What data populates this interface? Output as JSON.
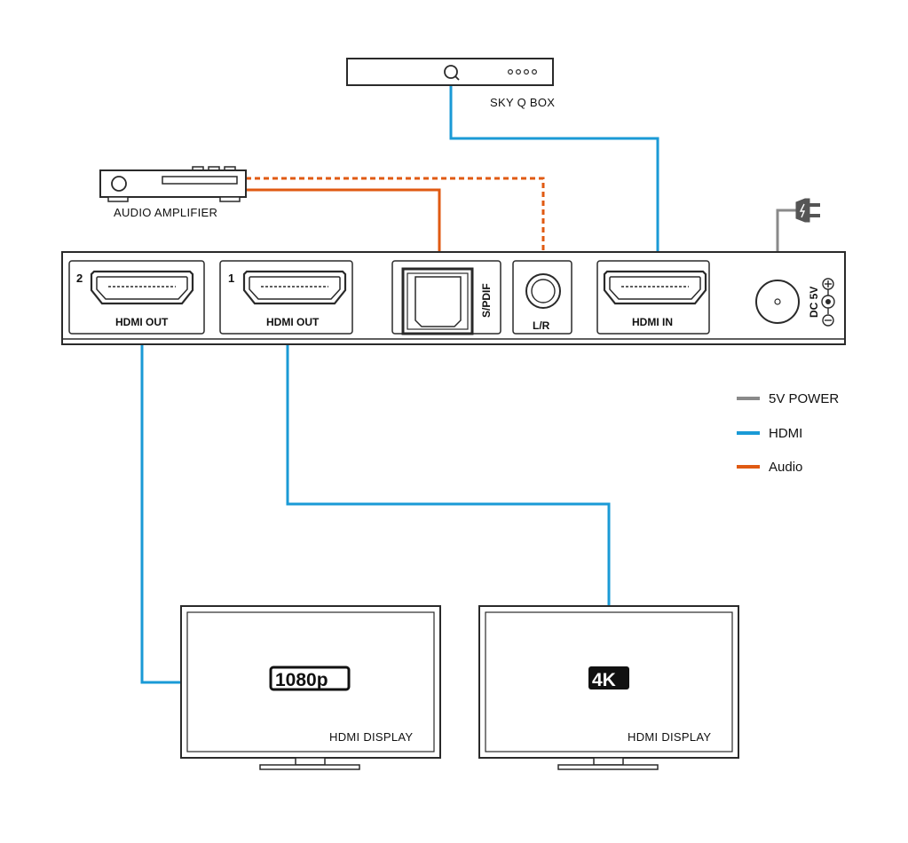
{
  "devices": {
    "sky_box": {
      "label": "SKY Q BOX"
    },
    "amplifier": {
      "label": "AUDIO AMPLIFIER"
    },
    "display_left": {
      "label": "HDMI DISPLAY",
      "badge": "1080p"
    },
    "display_right": {
      "label": "HDMI DISPLAY",
      "badge": "4K"
    }
  },
  "splitter": {
    "ports": {
      "out2": {
        "number": "2",
        "label": "HDMI OUT"
      },
      "out1": {
        "number": "1",
        "label": "HDMI OUT"
      },
      "spdif": {
        "label": "S/PDIF"
      },
      "lr": {
        "label": "L/R"
      },
      "hdmi_in": {
        "label": "HDMI IN"
      },
      "dc": {
        "label": "DC 5V"
      }
    }
  },
  "legend": [
    {
      "label": "5V POWER",
      "color": "#8a8a8a"
    },
    {
      "label": "HDMI",
      "color": "#1a9ad6"
    },
    {
      "label": "Audio",
      "color": "#e05a12"
    }
  ],
  "colors": {
    "power": "#8a8a8a",
    "hdmi": "#1a9ad6",
    "audio": "#e05a12",
    "outline": "#2a2a2a"
  }
}
